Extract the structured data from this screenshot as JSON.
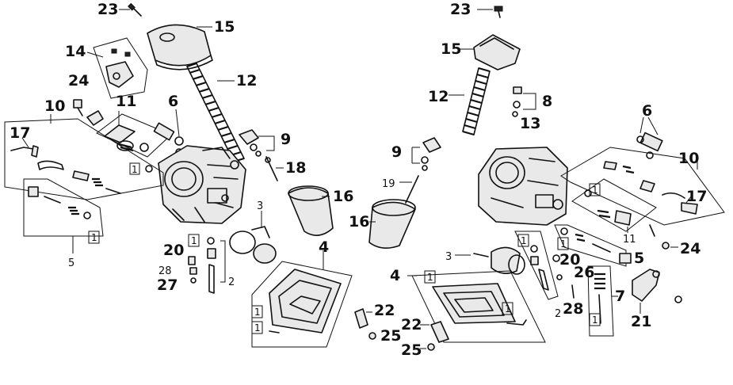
{
  "callouts": {
    "c23": "23",
    "c15": "15",
    "c14": "14",
    "c12": "12",
    "c24": "24",
    "c6": "6",
    "c11": "11",
    "c10": "10",
    "c17": "17",
    "c9": "9",
    "c18": "18",
    "c16": "16",
    "c3": "3",
    "c5": "5",
    "c20": "20",
    "c28": "28",
    "c27": "27",
    "c2": "2",
    "c4": "4",
    "c22": "22",
    "c25": "25",
    "c1": "1",
    "c8": "8",
    "c13": "13",
    "c19": "19",
    "c26": "26",
    "c7": "7",
    "c21": "21"
  },
  "colors": {
    "ink": "#111111",
    "paper": "#ffffff"
  }
}
